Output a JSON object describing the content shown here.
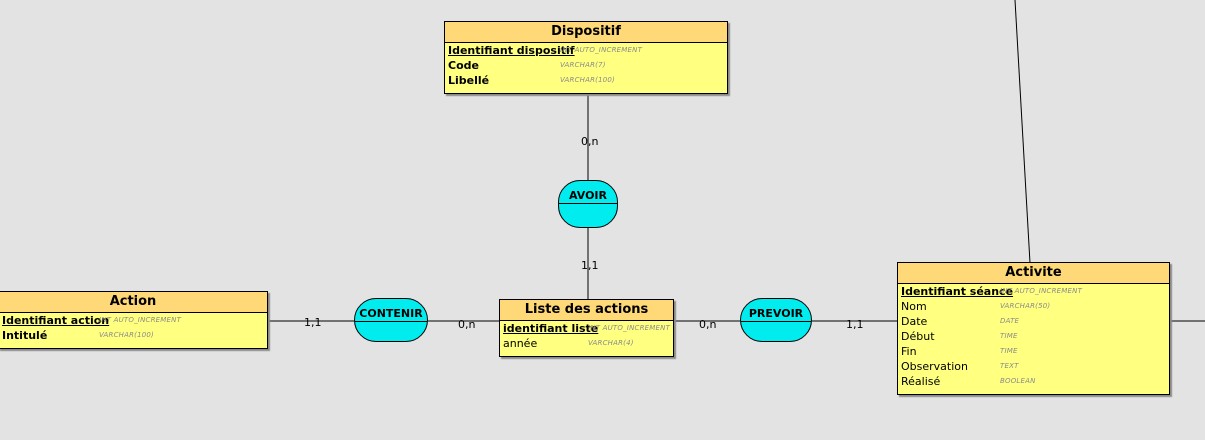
{
  "entities": {
    "dispositif": {
      "title": "Dispositif",
      "attributes": [
        {
          "name": "Identifiant dispositif",
          "type": "INT AUTO_INCREMENT"
        },
        {
          "name": "Code",
          "type": "VARCHAR(7)"
        },
        {
          "name": "Libellé",
          "type": "VARCHAR(100)"
        }
      ]
    },
    "action": {
      "title": "Action",
      "attributes": [
        {
          "name": "Identifiant action",
          "type": "INT AUTO_INCREMENT"
        },
        {
          "name": "Intitulé",
          "type": "VARCHAR(100)"
        }
      ]
    },
    "liste": {
      "title": "Liste des actions",
      "attributes": [
        {
          "name": "identifiant liste",
          "type": "INT AUTO_INCREMENT"
        },
        {
          "name": "année",
          "type": "VARCHAR(4)"
        }
      ]
    },
    "activite": {
      "title": "Activite",
      "attributes": [
        {
          "name": "Identifiant séance",
          "type": "INT AUTO_INCREMENT"
        },
        {
          "name": "Nom",
          "type": "VARCHAR(50)"
        },
        {
          "name": "Date",
          "type": "DATE"
        },
        {
          "name": "Début",
          "type": "TIME"
        },
        {
          "name": "Fin",
          "type": "TIME"
        },
        {
          "name": "Observation",
          "type": "TEXT"
        },
        {
          "name": "Réalisé",
          "type": "BOOLEAN"
        }
      ]
    }
  },
  "associations": {
    "avoir": "AVOIR",
    "contenir": "CONTENIR",
    "prevoir": "PREVOIR"
  },
  "cardinalities": {
    "avoir_dispositif": "0,n",
    "avoir_liste": "1,1",
    "contenir_action": "1,1",
    "contenir_liste": "0,n",
    "prevoir_liste": "0,n",
    "prevoir_activite": "1,1"
  },
  "colors": {
    "entity_body": "#ffff80",
    "entity_header": "#ffd878",
    "association": "#00ecee",
    "background": "#e3e3e3"
  }
}
